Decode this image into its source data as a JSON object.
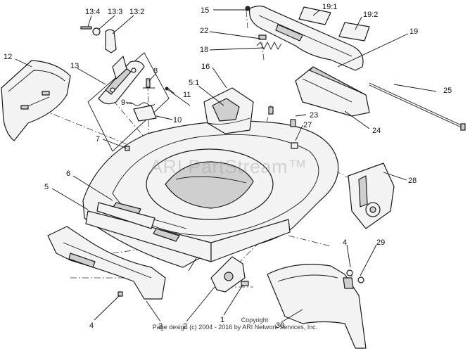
{
  "diagram": {
    "watermark": "ARI PartStream™",
    "copyright_line1": "Copyright",
    "copyright_line2": "Page design (c) 2004 - 2016 by ARI Network Services, Inc.",
    "callouts": [
      {
        "id": "c-13-4",
        "label": "13:4"
      },
      {
        "id": "c-13-3",
        "label": "13:3"
      },
      {
        "id": "c-13-2",
        "label": "13:2"
      },
      {
        "id": "c-15",
        "label": "15"
      },
      {
        "id": "c-19-1",
        "label": "19:1"
      },
      {
        "id": "c-19-2",
        "label": "19:2"
      },
      {
        "id": "c-22",
        "label": "22"
      },
      {
        "id": "c-19",
        "label": "19"
      },
      {
        "id": "c-12",
        "label": "12"
      },
      {
        "id": "c-13",
        "label": "13"
      },
      {
        "id": "c-8",
        "label": "8"
      },
      {
        "id": "c-18",
        "label": "18"
      },
      {
        "id": "c-16",
        "label": "16"
      },
      {
        "id": "c-5-1",
        "label": "5:1"
      },
      {
        "id": "c-11",
        "label": "11"
      },
      {
        "id": "c-25",
        "label": "25"
      },
      {
        "id": "c-9",
        "label": "9"
      },
      {
        "id": "c-10",
        "label": "10"
      },
      {
        "id": "c-23",
        "label": "23"
      },
      {
        "id": "c-24",
        "label": "24"
      },
      {
        "id": "c-7",
        "label": "7"
      },
      {
        "id": "c-27",
        "label": "27"
      },
      {
        "id": "c-6",
        "label": "6"
      },
      {
        "id": "c-5",
        "label": "5"
      },
      {
        "id": "c-28",
        "label": "28"
      },
      {
        "id": "c-4a",
        "label": "4"
      },
      {
        "id": "c-29",
        "label": "29"
      },
      {
        "id": "c-4b",
        "label": "4"
      },
      {
        "id": "c-3",
        "label": "3"
      },
      {
        "id": "c-2",
        "label": "2"
      },
      {
        "id": "c-1",
        "label": "1"
      },
      {
        "id": "c-30",
        "label": "30"
      }
    ]
  }
}
